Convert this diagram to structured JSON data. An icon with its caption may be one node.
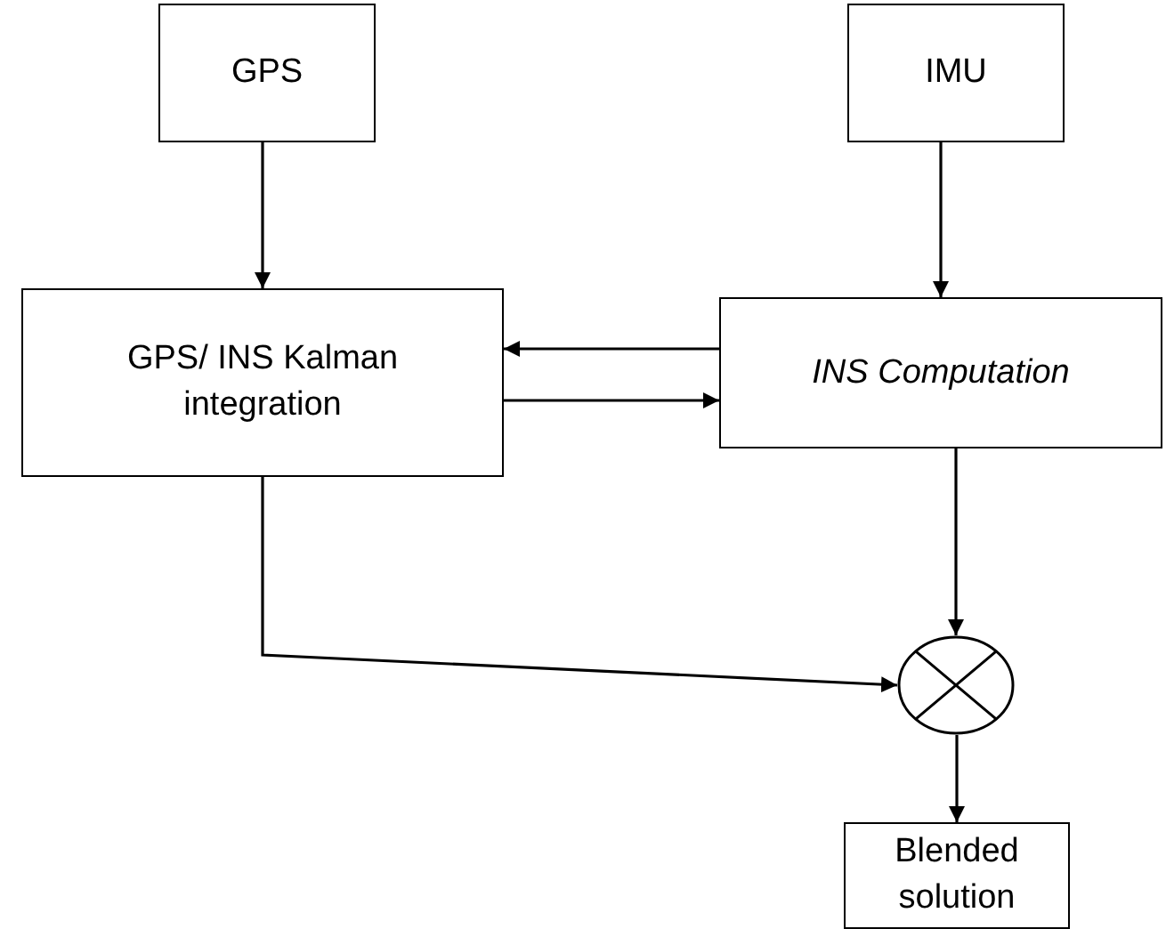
{
  "diagram": {
    "nodes": [
      {
        "text": [
          "GPS"
        ]
      },
      {
        "text": [
          "IMU"
        ]
      },
      {
        "text": [
          "GPS/ INS Kalman integration"
        ]
      },
      {
        "text": [
          "INS Computation"
        ]
      },
      {
        "text": [],
        "shape": "circle"
      },
      {
        "text": [
          "Blended solution"
        ]
      }
    ],
    "edges": [
      {
        "from": 0,
        "to": 2,
        "arrow": "to"
      },
      {
        "from": 1,
        "to": 3,
        "arrow": "to"
      },
      {
        "from": 3,
        "to": 2,
        "arrow": "to"
      },
      {
        "from": 2,
        "to": 3,
        "arrow": "to"
      },
      {
        "from": 3,
        "to": 4,
        "arrow": "to"
      },
      {
        "from": 2,
        "to": 4,
        "arrow": "to"
      },
      {
        "from": 4,
        "to": 5,
        "arrow": "to"
      }
    ]
  }
}
